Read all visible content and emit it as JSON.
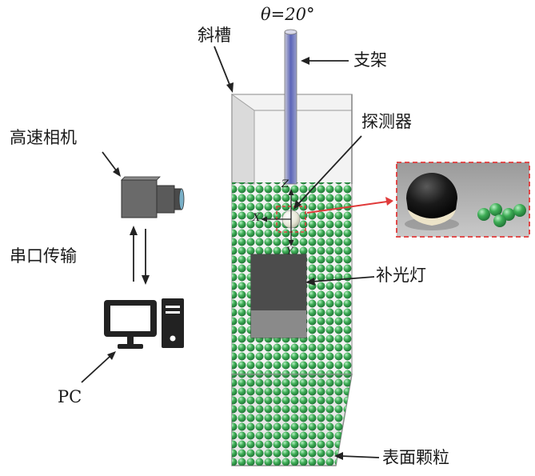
{
  "labels": {
    "angle": "θ=20°",
    "chute": "斜槽",
    "support": "支架",
    "probe": "探测器",
    "camera": "高速相机",
    "serial": "串口传输",
    "light": "补光灯",
    "pc": "PC",
    "particles": "表面颗粒"
  },
  "axes": {
    "z": "Z",
    "x": "X",
    "y": "Y"
  },
  "colors": {
    "particle": "#3fae57",
    "box_edge": "#8d8d8d",
    "support_rod": "#5a64b8",
    "light_box": "#6e6e6e",
    "inset_border": "#e03a3a",
    "pointer": "#e03a3a"
  },
  "icons": [
    "camera-icon",
    "computer-icon",
    "monitor-icon",
    "tower-icon"
  ]
}
